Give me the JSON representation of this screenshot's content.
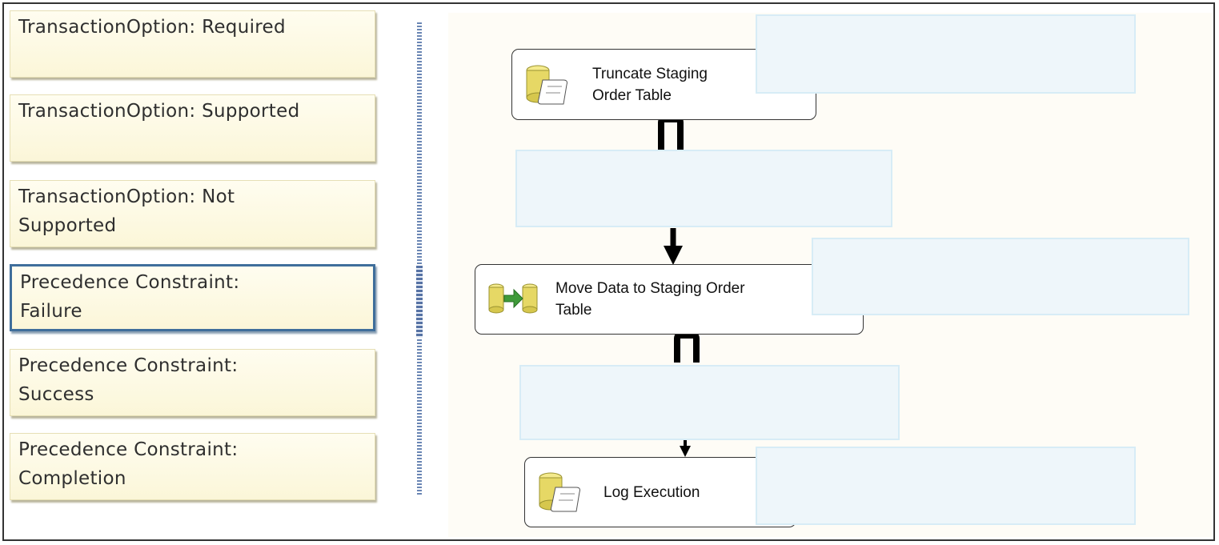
{
  "options": [
    {
      "line1": "TransactionOption: Required",
      "line2": ""
    },
    {
      "line1": "TransactionOption: Supported",
      "line2": ""
    },
    {
      "line1": "TransactionOption: Not",
      "line2": "Supported"
    },
    {
      "line1": "Precedence Constraint:",
      "line2": "Failure"
    },
    {
      "line1": "Precedence Constraint:",
      "line2": "Success"
    },
    {
      "line1": "Precedence Constraint:",
      "line2": "Completion"
    }
  ],
  "tasks": [
    {
      "line1": "Truncate Staging",
      "line2": "Order Table",
      "icon": "sql-task-icon"
    },
    {
      "line1": "Move Data to Staging Order",
      "line2": "Table",
      "icon": "data-flow-icon"
    },
    {
      "line1": "Log Execution",
      "line2": "",
      "icon": "sql-task-icon"
    }
  ],
  "colors": {
    "option_bg": "#fbf6d8",
    "selected_border": "#3f6e9b",
    "drop_target_bg": "#eef6fa"
  }
}
